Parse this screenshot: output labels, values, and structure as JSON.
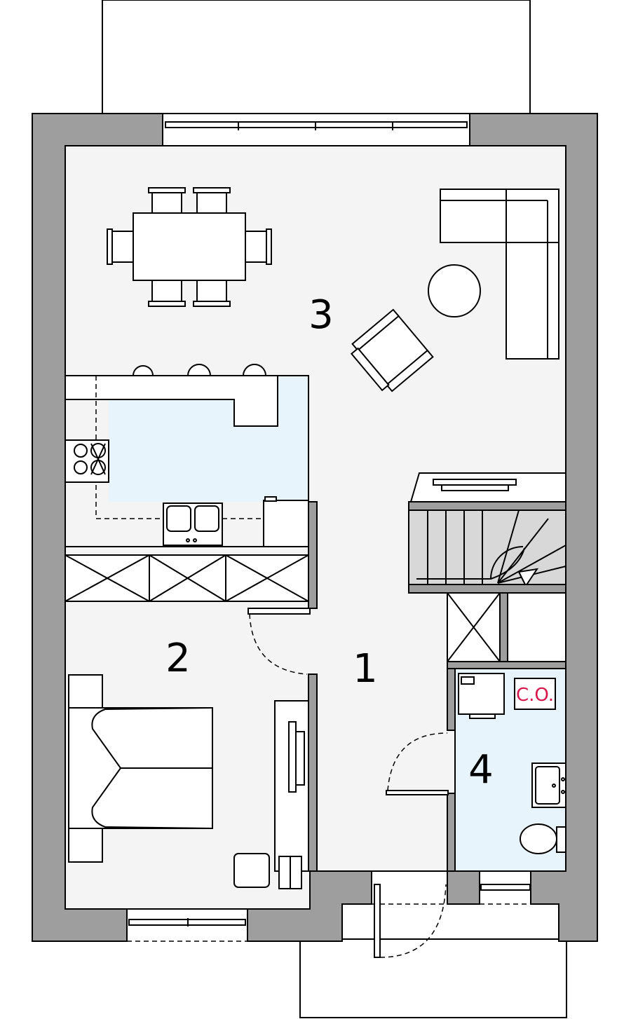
{
  "plan": {
    "colors": {
      "wall": "#9e9e9e",
      "floor": "#f4f4f4",
      "wet_area": "#e8f4fc",
      "co_text": "#d6174b"
    },
    "rooms": [
      {
        "id": "room-1",
        "label": "1"
      },
      {
        "id": "room-2",
        "label": "2"
      },
      {
        "id": "room-3",
        "label": "3"
      },
      {
        "id": "room-4",
        "label": "4"
      }
    ],
    "boiler_label": "C.O."
  }
}
